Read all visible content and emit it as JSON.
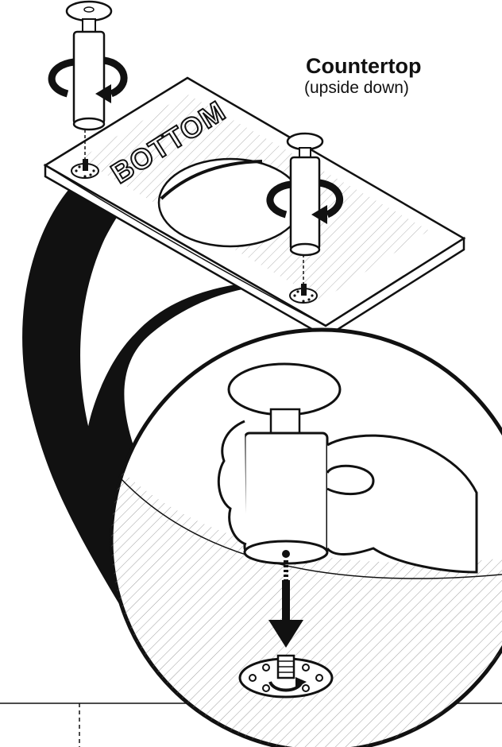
{
  "labels": {
    "title": "Countertop",
    "subtitle": "(upside down)",
    "panel_text": "BOTTOM"
  },
  "colors": {
    "ink": "#111111",
    "paper": "#ffffff",
    "shade": "#d9d9d9"
  },
  "icons": [
    "suction-cup-leveler",
    "rotate-arrow",
    "threaded-insert",
    "down-arrow",
    "hand"
  ]
}
